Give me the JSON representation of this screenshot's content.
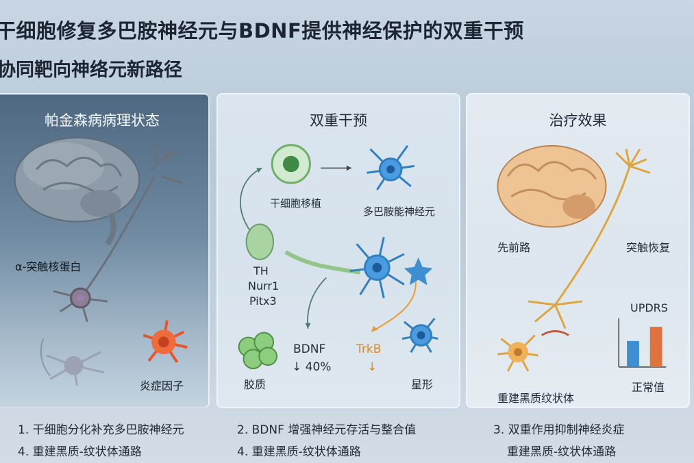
{
  "title": "干细胞修复多巴胺神经元与BDNF提供神经保护的双重干预",
  "subtitle": "协同靶向神络元新路径",
  "panels": [
    {
      "title": "帕金森病病理状态",
      "labels": [
        "α-突触核蛋白",
        "炎症因子"
      ]
    },
    {
      "title": "双重干预",
      "labels": [
        "干细胞移植",
        "多巴胺能神经元",
        "TH",
        "Nurr1",
        "Pitx3",
        "BDNF",
        "↓ 40%",
        "TrkB",
        "↓",
        "胶质",
        "星形"
      ]
    },
    {
      "title": "治疗效果",
      "labels": [
        "先前路",
        "突触恢复",
        "UPDRS",
        "正常值",
        "重建黑质纹状体"
      ]
    }
  ],
  "chart_data": {
    "type": "bar",
    "title": "UPDRS",
    "categories": [
      "",
      ""
    ],
    "values": [
      0.55,
      0.85
    ],
    "ylim": [
      0,
      1
    ],
    "colors": [
      "#3d8fd1",
      "#e0733d"
    ],
    "xlabel": "正常值",
    "ylabel": ""
  },
  "footer": [
    "1. 干细胞分化补充多巴胺神经元",
    "4. 重建黑质-纹状体通路",
    "2. BDNF 增强神经元存活与整合值",
    "4. 重建黑质-纹状体通路",
    "3. 双重作用抑制神经炎症",
    "重建黑质-纹状体通路"
  ],
  "colors": {
    "background": "#c3d1de",
    "panel1": "#5f7a92",
    "accent_blue": "#3d8fd1",
    "accent_orange": "#e0733d",
    "stem_cell_green": "#6fae6a",
    "brain_tan": "#e7b98a"
  }
}
